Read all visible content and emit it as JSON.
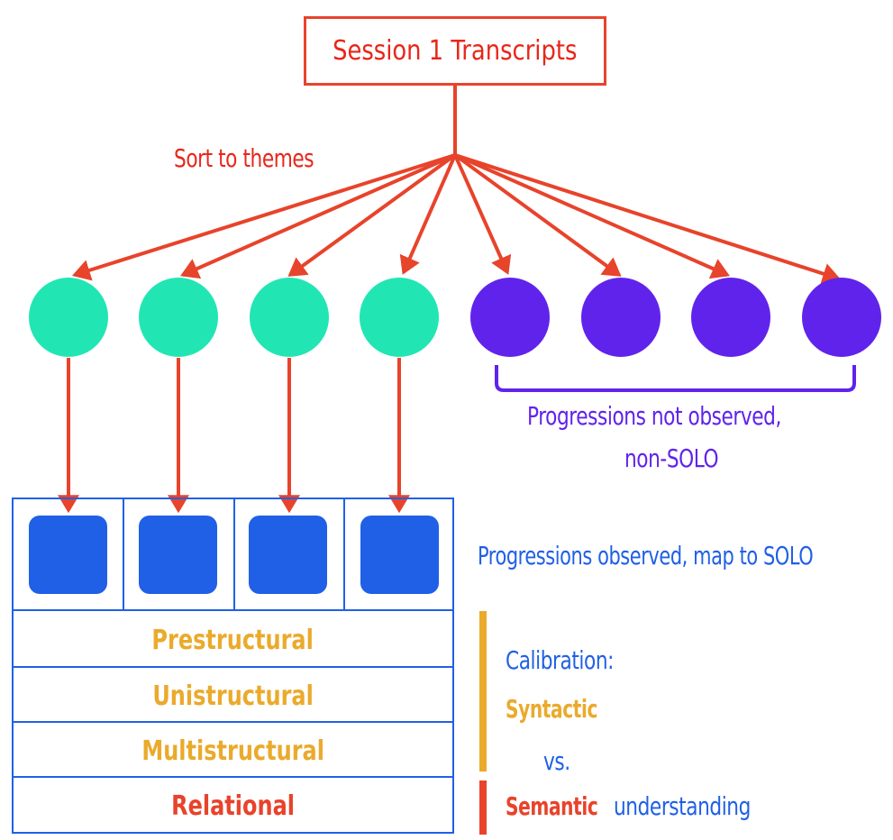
{
  "title": "Session 1 Transcripts",
  "edge_label": "Sort to themes",
  "themes_observed_count": 4,
  "themes_not_observed_count": 4,
  "not_observed_label_line1": "Progressions not observed,",
  "not_observed_label_line2": "non-SOLO",
  "observed_label": "Progressions observed, map to SOLO",
  "solo_levels": [
    {
      "label": "Prestructural",
      "color": "#eaaa2c"
    },
    {
      "label": "Unistructural",
      "color": "#eaaa2c"
    },
    {
      "label": "Multistructural",
      "color": "#eaaa2c"
    },
    {
      "label": "Relational",
      "color": "#e8432b"
    }
  ],
  "calibration": {
    "heading": "Calibration:",
    "syntactic": "Syntactic",
    "vs": "vs.",
    "semantic": "Semantic",
    "understanding": "understanding"
  },
  "colors": {
    "arrow": "#e8432b",
    "title_text": "#e8261a",
    "green": "#21e6b4",
    "purple": "#6023ec",
    "blue": "#2060e6",
    "gold": "#eaaa2c",
    "red": "#e8432b"
  }
}
